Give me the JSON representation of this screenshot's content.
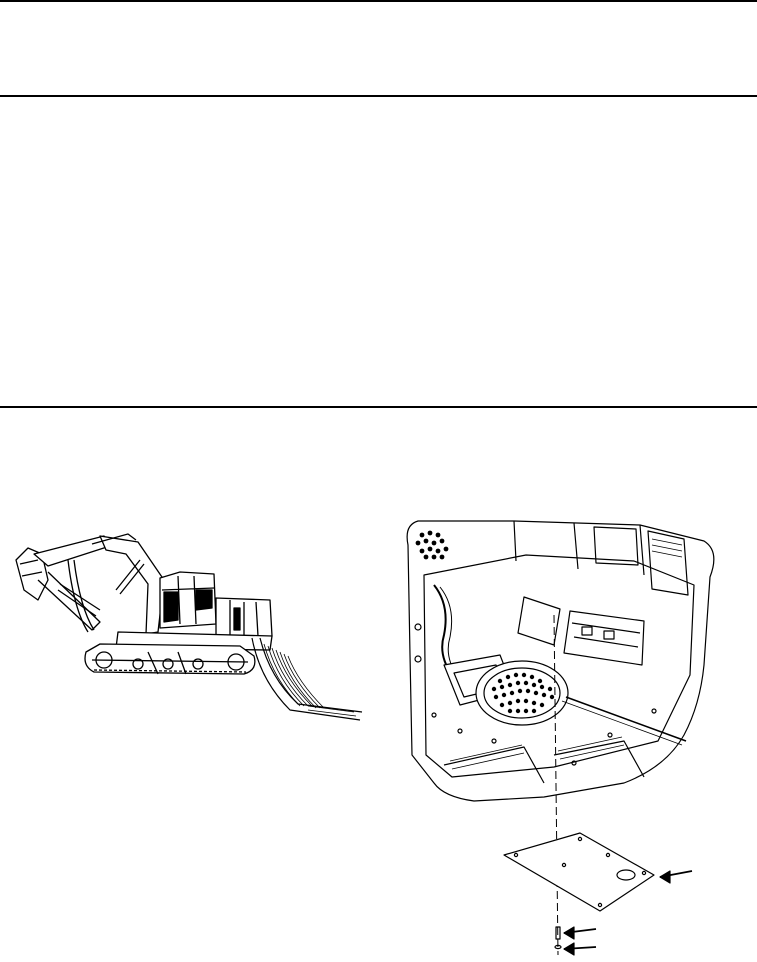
{
  "page": {
    "background": "#ffffff",
    "ink": "#000000"
  },
  "figures": [
    {
      "id": "excavator",
      "icon": "excavator-side-view",
      "callouts": []
    },
    {
      "id": "cab-floor",
      "icon": "cab-floor-plate-exploded-view",
      "callouts": []
    }
  ]
}
